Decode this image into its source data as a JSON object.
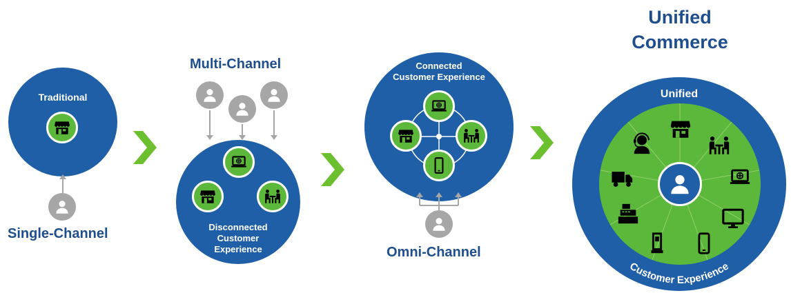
{
  "single_channel": {
    "inner_label": "Traditional",
    "caption": "Single-Channel"
  },
  "multi_channel": {
    "title": "Multi-Channel",
    "inner_label_lines": [
      "Disconnected",
      "Customer",
      "Experience"
    ]
  },
  "omni_channel": {
    "inner_label_lines": [
      "Connected",
      "Customer Experience"
    ],
    "caption": "Omni-Channel"
  },
  "unified_commerce": {
    "title_lines": [
      "Unified",
      "Commerce"
    ],
    "ring_top_label": "Unified",
    "ring_bottom_label": "Customer Experience",
    "ring_icons": [
      "store-icon",
      "meeting-icon",
      "laptop-icon",
      "monitor-icon",
      "mobile-icon",
      "kiosk-icon",
      "cash-register-icon",
      "truck-icon",
      "call-center-icon"
    ]
  },
  "colors": {
    "dark_blue": "#1f5fa8",
    "label_blue": "#1f4e8c",
    "green": "#5cb83b",
    "gray": "#a6a6a6",
    "chevron_green": "#6cbf2f"
  }
}
